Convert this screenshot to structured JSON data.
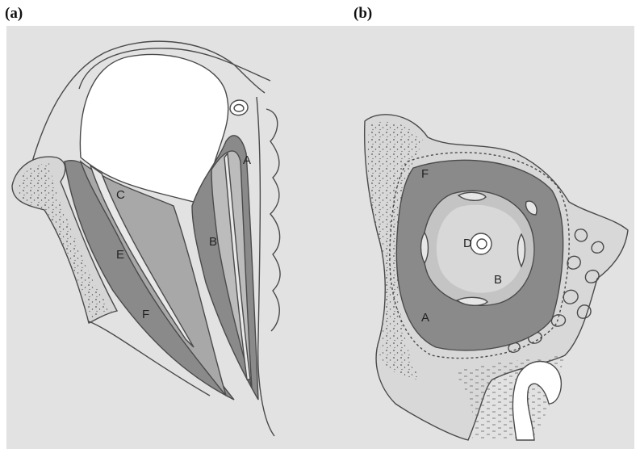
{
  "panels": {
    "a": {
      "label": "(a)",
      "letters": {
        "A": "A",
        "B": "B",
        "C": "C",
        "E": "E",
        "F": "F"
      }
    },
    "b": {
      "label": "(b)",
      "letters": {
        "A": "A",
        "B": "B",
        "D": "D",
        "F": "F"
      }
    }
  },
  "colors": {
    "paper": "#e2e2e2",
    "outline": "#4a4a4a",
    "dark_tissue": "#8a8a8a",
    "mid_tissue": "#a8a8a8",
    "light_tissue": "#c4c4c4",
    "lumen": "#e4e4e4",
    "stipple": "#555555"
  }
}
